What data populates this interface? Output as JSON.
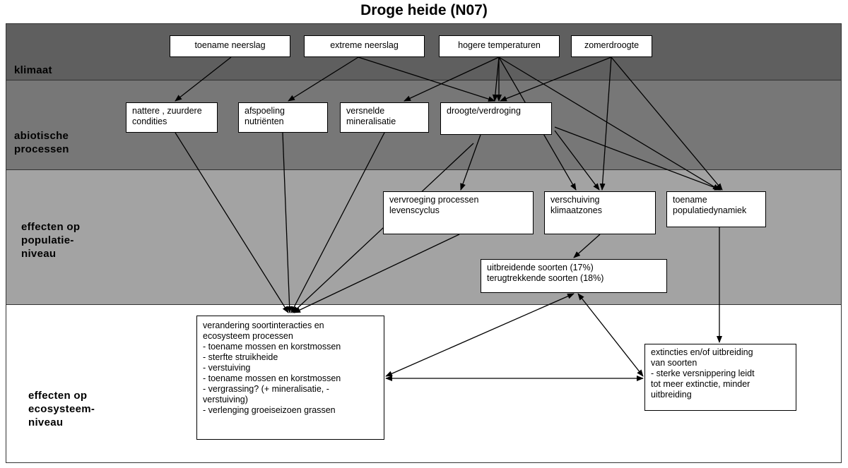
{
  "title": "Droge heide (N07)",
  "layers": {
    "klimaat": "klimaat",
    "abiotisch": "abiotische\nprocessen",
    "populatie": "effecten op\npopulatie-\nniveau",
    "ecosysteem": "effecten op\necosysteem-\nniveau"
  },
  "nodes": {
    "toename_neerslag": "toename neerslag",
    "extreme_neerslag": "extreme neerslag",
    "hogere_temperaturen": "hogere temperaturen",
    "zomerdroogte": "zomerdroogte",
    "nattere_condities": "nattere , zuurdere\ncondities",
    "afspoeling": "afspoeling\nnutriënten",
    "mineralisatie": "versnelde\nmineralisatie",
    "droogte": "droogte/verdroging",
    "vervroeging": "vervroeging processen\nlevenscyclus",
    "verschuiving": "verschuiving\nklimaatzones",
    "toename_pop": "toename\npopulatiedynamiek",
    "soorten": "uitbreidende soorten (17%)\nterugtrekkende soorten (18%)",
    "verandering": "verandering soortinteracties en\necosysteem processen\n- toename mossen en korstmossen\n- sterfte struikheide\n- verstuiving\n- toename mossen en korstmossen\n- vergrassing? (+ mineralisatie, -\nverstuiving)\n- verlenging groeiseizoen grassen",
    "extincties": "extincties en/of uitbreiding\nvan soorten\n- sterke versnippering leidt\ntot meer extinctie, minder\nuitbreiding"
  }
}
